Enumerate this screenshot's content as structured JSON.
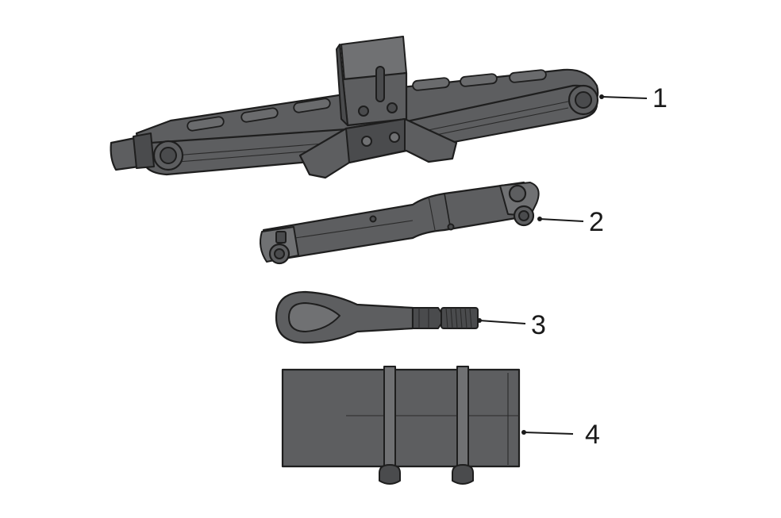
{
  "diagram": {
    "colors": {
      "part_fill": "#5d5e60",
      "part_dark": "#4a4b4d",
      "part_light": "#707173",
      "outline": "#1e1e1e",
      "leader": "#1a1a1a"
    },
    "parts": [
      {
        "callout": "1",
        "name": "scissor-jack"
      },
      {
        "callout": "2",
        "name": "jack-handle"
      },
      {
        "callout": "3",
        "name": "towing-eye"
      },
      {
        "callout": "4",
        "name": "tool-bag"
      }
    ]
  }
}
